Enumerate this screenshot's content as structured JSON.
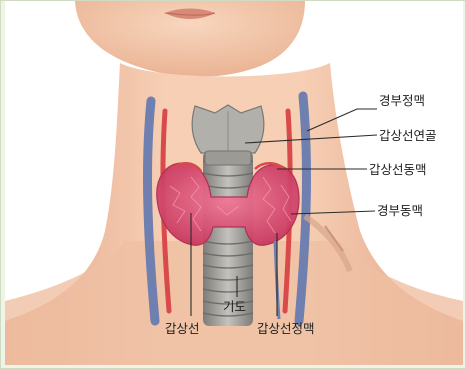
{
  "labels": {
    "external_jugular_vein": "경부정맥",
    "thyroid_cartilage": "갑상선연골",
    "thyroid_artery": "갑상선동맥",
    "carotid_artery": "경부동맥",
    "trachea": "기도",
    "thyroid_gland": "갑상선",
    "thyroid_vein": "갑상선정맥"
  },
  "colors": {
    "skin": "#f2c4a4",
    "skin_shadow": "#e3a584",
    "thyroid": "#e0507a",
    "trachea": "#9a9894",
    "vein": "#6f7fb0",
    "artery": "#d94a4a",
    "leader_line": "#2a2a2a"
  }
}
